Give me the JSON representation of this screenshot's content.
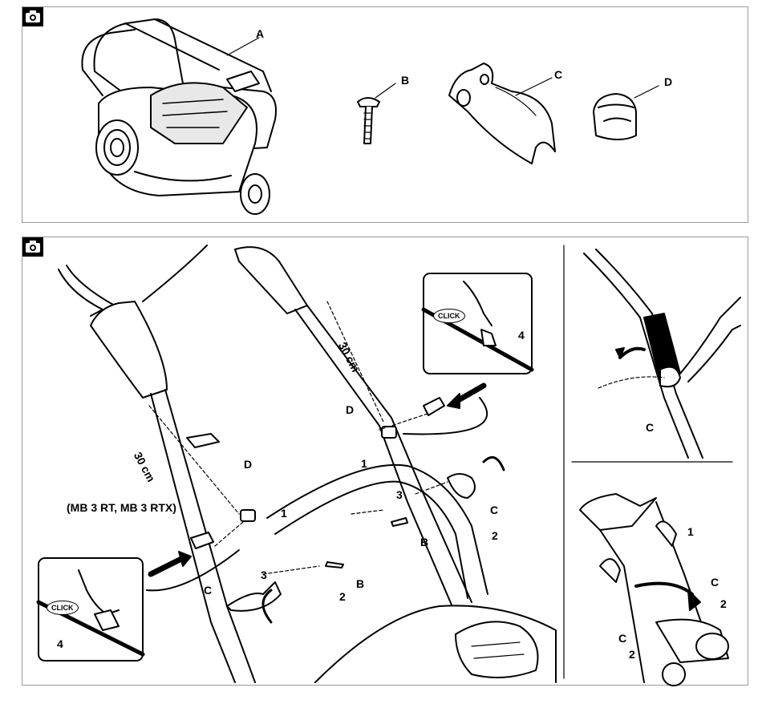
{
  "top_panel": {
    "labels": {
      "a": "A",
      "b": "B",
      "c": "C",
      "d": "D"
    }
  },
  "main_panel": {
    "measure_left": "30 cm",
    "measure_right": "30 cm",
    "model_note": "(MB 3 RT, MB 3 RTX)",
    "click_text": "CLICK",
    "labels": {
      "d_left": "D",
      "d_right": "D",
      "one_left": "1",
      "one_right": "1",
      "two_left": "2",
      "two_right": "2",
      "three_left": "3",
      "three_right": "3",
      "b_left": "B",
      "b_right": "B",
      "c_left": "C",
      "c_right": "C",
      "four_left": "4",
      "four_right": "4"
    }
  },
  "side_panels": {
    "top_c": "C",
    "bottom": {
      "one": "1",
      "c_a": "C",
      "c_b": "C",
      "two_a": "2",
      "two_b": "2"
    }
  },
  "icons": [
    "camera-icon",
    "arrow-icon",
    "rotate-arrow-icon"
  ]
}
